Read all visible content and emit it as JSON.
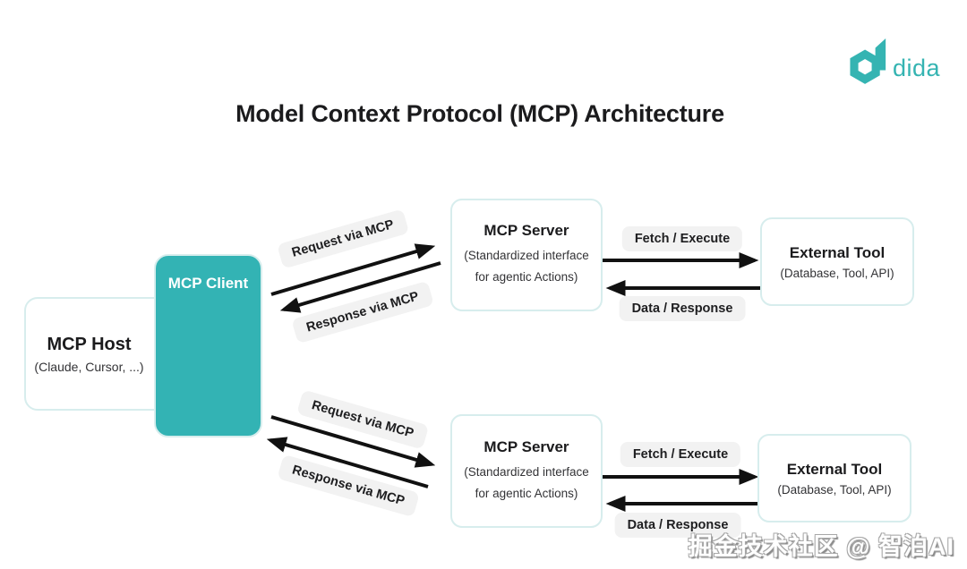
{
  "logo": {
    "brand": "dida"
  },
  "title": "Model Context Protocol (MCP) Architecture",
  "nodes": {
    "host": {
      "title": "MCP Host",
      "subtitle": "(Claude, Cursor, ...)"
    },
    "client": {
      "title": "MCP Client"
    },
    "server_top": {
      "title": "MCP Server",
      "subtitle1": "(Standardized interface",
      "subtitle2": "for agentic Actions)"
    },
    "server_bottom": {
      "title": "MCP Server",
      "subtitle1": "(Standardized interface",
      "subtitle2": "for agentic Actions)"
    },
    "tool_top": {
      "title": "External Tool",
      "subtitle": "(Database, Tool, API)"
    },
    "tool_bottom": {
      "title": "External Tool",
      "subtitle": "(Database, Tool, API)"
    }
  },
  "labels": {
    "request_top": "Request via MCP",
    "response_top": "Response via MCP",
    "fetch_top": "Fetch / Execute",
    "data_top": "Data / Response",
    "request_bottom": "Request via MCP",
    "response_bottom": "Response via MCP",
    "fetch_bottom": "Fetch / Execute",
    "data_bottom": "Data / Response"
  },
  "watermark": "掘金技术社区 @ 智泊AI",
  "colors": {
    "accent_teal": "#33b3b4",
    "box_border": "#d7eded",
    "pill_bg": "#f2f2f2",
    "arrow": "#111111"
  }
}
